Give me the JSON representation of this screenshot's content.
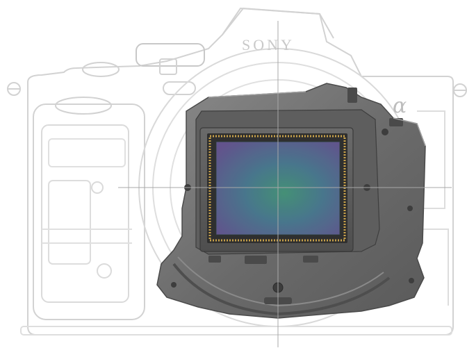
{
  "image": {
    "subject": "sony-camera-body-xray",
    "brand_text": "SONY",
    "logo_glyph": "α",
    "mount_engraving": "",
    "colors": {
      "background": "#ffffff",
      "ghost_lines": "#cfcfcf",
      "mount_metal": "#6e6e6e",
      "mount_dark": "#4b4b4b",
      "sensor_frame": "#5a5a5a",
      "sensor_teal": "#3f7f7a",
      "sensor_purple": "#5b4d86",
      "sensor_gold": "#c9a24a",
      "crosshair": "#9a9a9a"
    }
  }
}
